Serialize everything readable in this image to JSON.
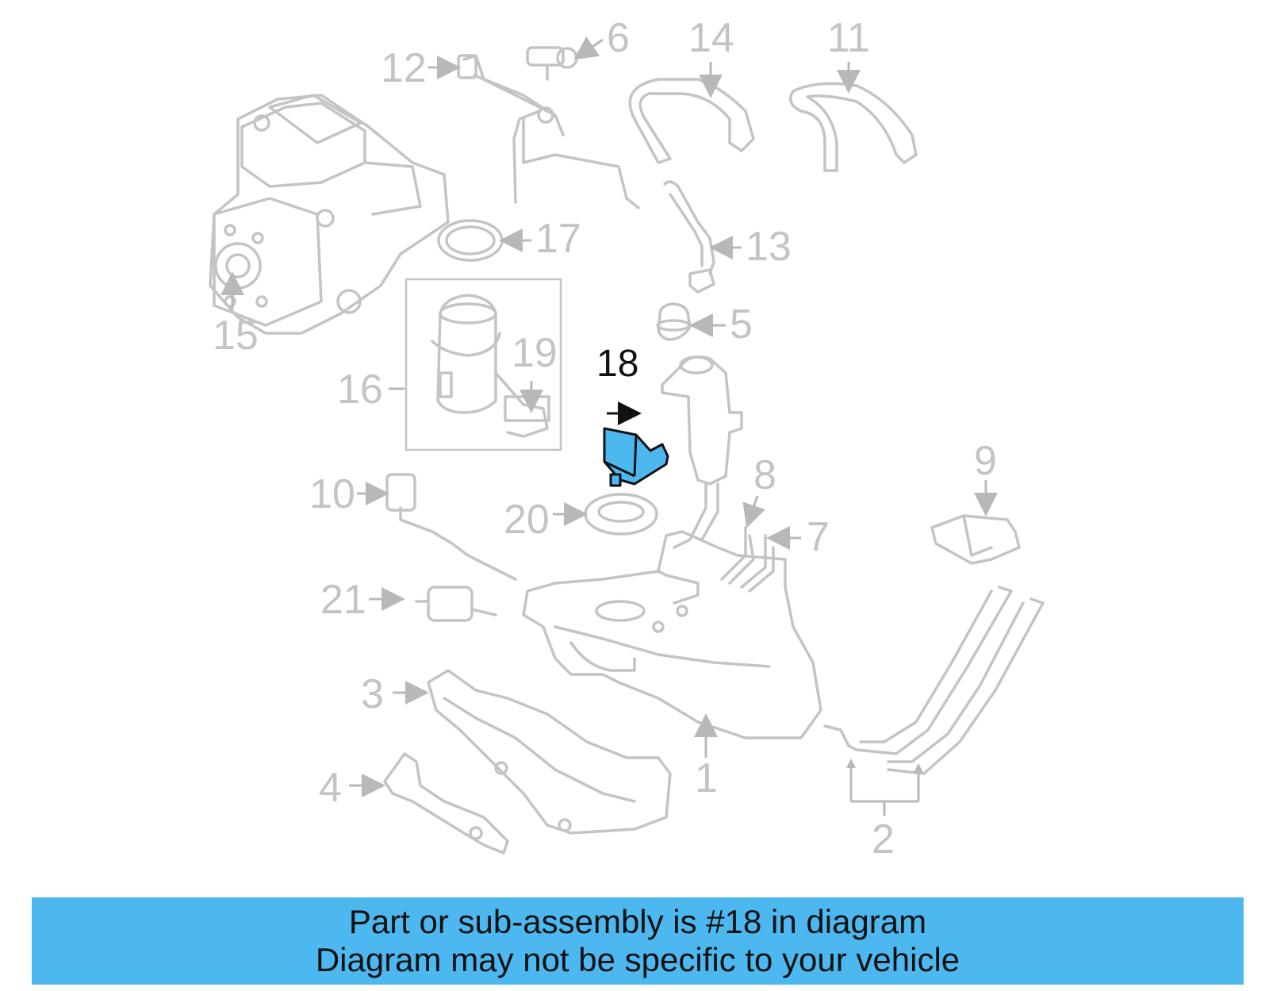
{
  "diagram": {
    "callouts": {
      "c1": "1",
      "c2": "2",
      "c3": "3",
      "c4": "4",
      "c5": "5",
      "c6": "6",
      "c7": "7",
      "c8": "8",
      "c9": "9",
      "c10": "10",
      "c11": "11",
      "c12": "12",
      "c13": "13",
      "c14": "14",
      "c15": "15",
      "c16": "16",
      "c17": "17",
      "c19": "19",
      "c20": "20",
      "c21": "21"
    },
    "highlighted_part": "18",
    "colors": {
      "highlight": "#4db8f0",
      "parts": "#c4c4c4",
      "banner": "#4db8f0"
    }
  },
  "banner": {
    "line1": "Part or sub-assembly is #18 in diagram",
    "line2": "Diagram may not be specific to your vehicle"
  }
}
